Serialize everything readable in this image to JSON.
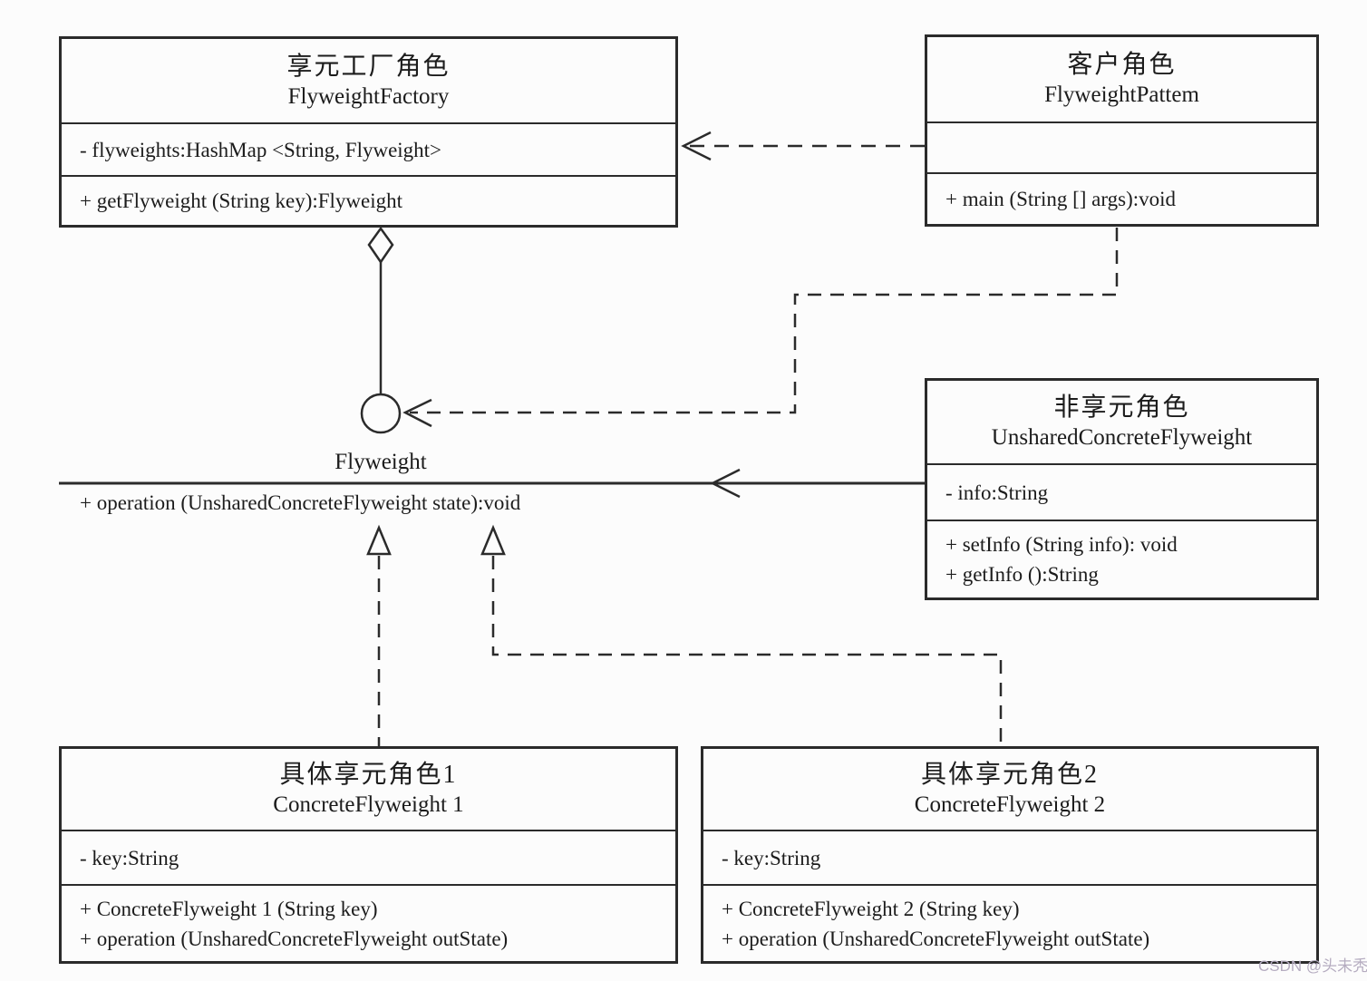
{
  "classes": {
    "factory": {
      "title_zh": "享元工厂角色",
      "title_en": "FlyweightFactory",
      "attributes": [
        "- flyweights:HashMap <String, Flyweight>"
      ],
      "methods": [
        "+ getFlyweight (String key):Flyweight"
      ]
    },
    "client": {
      "title_zh": "客户角色",
      "title_en": "FlyweightPattem",
      "attributes": [],
      "methods": [
        "+ main (String [] args):void"
      ]
    },
    "unshared": {
      "title_zh": "非享元角色",
      "title_en": "UnsharedConcreteFlyweight",
      "attributes": [
        "- info:String"
      ],
      "methods": [
        "+ setInfo (String info): void",
        "+ getInfo ():String"
      ]
    },
    "concrete1": {
      "title_zh": "具体享元角色1",
      "title_en": "ConcreteFlyweight 1",
      "attributes": [
        "- key:String"
      ],
      "methods": [
        "+ ConcreteFlyweight 1 (String key)",
        "+ operation (UnsharedConcreteFlyweight outState)"
      ]
    },
    "concrete2": {
      "title_zh": "具体享元角色2",
      "title_en": "ConcreteFlyweight 2",
      "attributes": [
        "- key:String"
      ],
      "methods": [
        "+ ConcreteFlyweight 2 (String key)",
        "+ operation (UnsharedConcreteFlyweight outState)"
      ]
    }
  },
  "interface": {
    "name": "Flyweight",
    "operation": "+ operation (UnsharedConcreteFlyweight state):void"
  },
  "watermark": "CSDN @头未秃",
  "colors": {
    "line": "#2b2b2b",
    "background": "#fcfcfc",
    "watermark": "#b5acc0"
  }
}
